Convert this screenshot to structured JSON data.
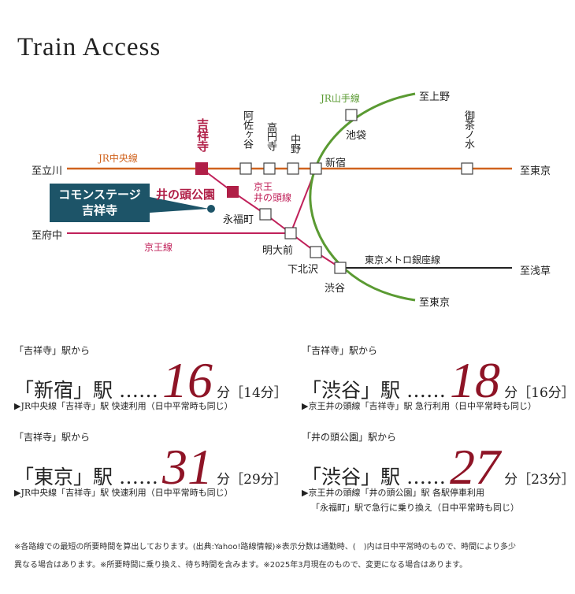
{
  "title": "Train Access",
  "colors": {
    "jr_chuo": "#d0631e",
    "keio": "#c0215a",
    "yamanote": "#5a9a32",
    "ginza": "#222222",
    "callout": "#1d5468",
    "time": "#8e1426"
  },
  "map": {
    "lines": {
      "jr_chuo": "JR中央線",
      "keio_inokashira": "京王\n井の頭線",
      "keio_inokashira_1": "京王",
      "keio_inokashira_2": "井の頭線",
      "keio": "京王線",
      "yamanote": "JR山手線",
      "ginza": "東京メトロ銀座線"
    },
    "directions": {
      "tachikawa": "至立川",
      "tokyo_chuo": "至東京",
      "fuchu": "至府中",
      "ueno": "至上野",
      "tokyo_yamanote": "至東京",
      "asakusa": "至浅草"
    },
    "stations": {
      "kichijoji": "吉祥寺",
      "asagaya": "阿佐ヶ谷",
      "koenji": "高円寺",
      "nakano": "中野",
      "shinjuku": "新宿",
      "ochanomizu": "御茶ノ水",
      "ikebukuro": "池袋",
      "inokashira_koen": "井の頭公園",
      "eifukucho": "永福町",
      "meidaimae": "明大前",
      "shimokitazawa": "下北沢",
      "shibuya": "渋谷"
    },
    "callout": {
      "line1": "コモンステージ",
      "line2": "吉祥寺"
    }
  },
  "times": [
    {
      "from": "「吉祥寺」駅から",
      "dest": "「新宿」駅 ……",
      "minutes": "16",
      "unit": "分［14分］",
      "note": "▶JR中央線「吉祥寺」駅 快速利用（日中平常時も同じ）"
    },
    {
      "from": "「吉祥寺」駅から",
      "dest": "「渋谷」駅 ……",
      "minutes": "18",
      "unit": "分［16分］",
      "note": "▶京王井の頭線「吉祥寺」駅 急行利用（日中平常時も同じ）"
    },
    {
      "from": "「吉祥寺」駅から",
      "dest": "「東京」駅 ……",
      "minutes": "31",
      "unit": "分［29分］",
      "note": "▶JR中央線「吉祥寺」駅 快速利用（日中平常時も同じ）"
    },
    {
      "from": "「井の頭公園」駅から",
      "dest": "「渋谷」駅 ……",
      "minutes": "27",
      "unit": "分［23分］",
      "note": "▶京王井の頭線「井の頭公園」駅 各駅停車利用",
      "note2": "「永福町」駅で急行に乗り換え（日中平常時も同じ）"
    }
  ],
  "footnote": {
    "line1": "※各路線での最短の所要時間を算出しております。(出典:Yahoo!路線情報)※表示分数は通勤時、(　)内は日中平常時のもので、時間により多少",
    "line2": "異なる場合はあります。※所要時間に乗り換え、待ち時間を含みます。※2025年3月現在のもので、変更になる場合はあります。"
  }
}
